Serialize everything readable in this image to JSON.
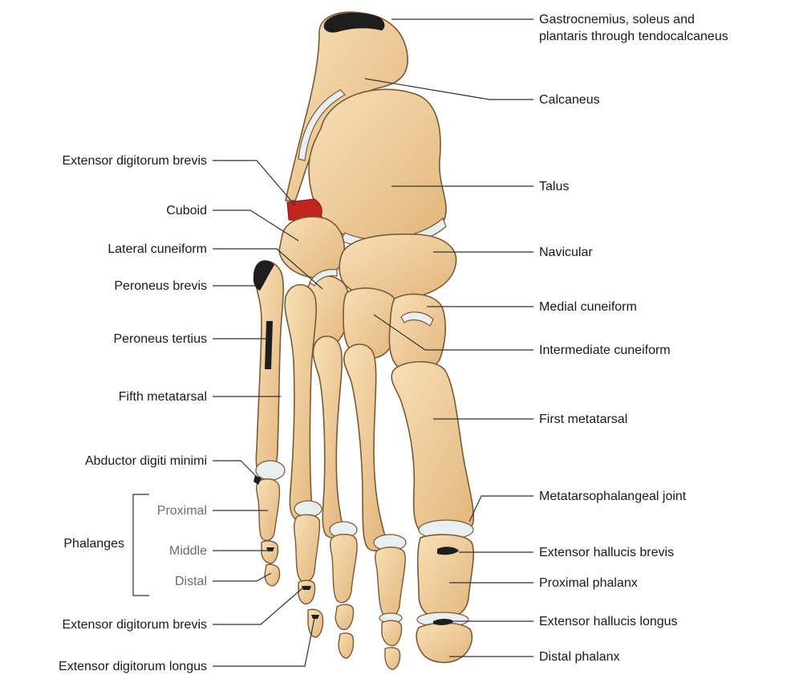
{
  "colors": {
    "bone": "#f1d3a6",
    "bone_shade": "#ecc48f",
    "cartilage": "#e9eef1",
    "tendon_attachment": "#1e1e1e",
    "muscle_attachment": "#c0261f",
    "leader_line": "#333333",
    "phalanx_subgroup_text": "#6d6d6d"
  },
  "labels_right": [
    {
      "text": "Gastrocnemius, soleus and",
      "text2": "plantaris through tendocalcaneus"
    },
    {
      "text": "Calcaneus"
    },
    {
      "text": "Talus"
    },
    {
      "text": "Navicular"
    },
    {
      "text": "Medial cuneiform"
    },
    {
      "text": "Intermediate cuneiform"
    },
    {
      "text": "First metatarsal"
    },
    {
      "text": "Metatarsophalangeal joint"
    },
    {
      "text": "Extensor hallucis brevis"
    },
    {
      "text": "Proximal phalanx"
    },
    {
      "text": "Extensor hallucis longus"
    },
    {
      "text": "Distal phalanx"
    }
  ],
  "labels_left": [
    {
      "text": "Extensor digitorum brevis"
    },
    {
      "text": "Cuboid"
    },
    {
      "text": "Lateral cuneiform"
    },
    {
      "text": "Peroneus brevis"
    },
    {
      "text": "Peroneus tertius"
    },
    {
      "text": "Fifth metatarsal"
    },
    {
      "text": "Abductor digiti minimi"
    },
    {
      "text": "Extensor digitorum brevis"
    },
    {
      "text": "Extensor digitorum longus"
    }
  ],
  "phalanges_group": {
    "title": "Phalanges",
    "items": [
      "Proximal",
      "Middle",
      "Distal"
    ]
  }
}
